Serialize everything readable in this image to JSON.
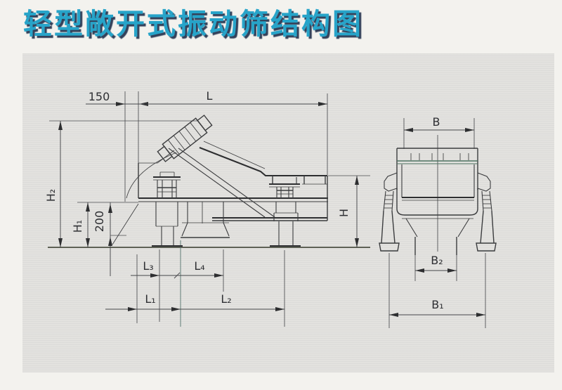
{
  "page": {
    "title": "轻型敞开式振动筛结构图",
    "title_color": "#27a4c9",
    "title_shadow_color": "#33415a",
    "panel_color": "#e3e2df",
    "line_color": "#3b3c3e",
    "mesh_color": "#4c7260"
  },
  "side_view": {
    "name": "vibrating screen side elevation",
    "dims": {
      "offset_150": "150",
      "length_L": "L",
      "height_H2": "H₂",
      "height_H1": "H₁",
      "base_200": "200",
      "length_L3": "L₃",
      "length_L4": "L₄",
      "length_L1": "L₁",
      "length_L2": "L₂",
      "height_H": "H"
    }
  },
  "front_view": {
    "name": "vibrating screen end elevation",
    "dims": {
      "width_B": "B",
      "width_B2": "B₂",
      "width_B1": "B₁"
    }
  }
}
